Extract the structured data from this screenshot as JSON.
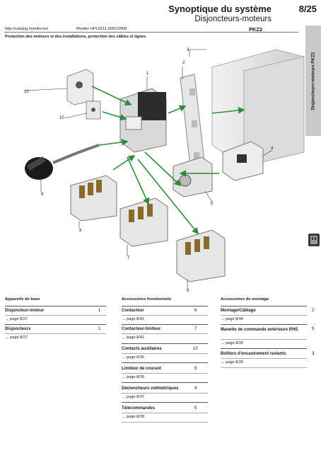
{
  "header": {
    "title": "Synoptique du système",
    "subtitle": "Disjoncteurs-moteurs",
    "page_number": "8/25",
    "url": "http://catalog.moeller.net",
    "catalog": "Moeller HPL0211-2007/2008",
    "section": "Protection des moteurs et des installations, protection des câbles et lignes",
    "tag": "PKZ2"
  },
  "side_tab": {
    "label": "Disjoncteurs-moteurs PKZ2"
  },
  "callouts": [
    "1",
    "2",
    "3",
    "4",
    "5",
    "6",
    "7",
    "8",
    "9",
    "10",
    "10"
  ],
  "columns": {
    "base": {
      "heading": "Appareils de base",
      "items": [
        {
          "name": "Disjoncteur-moteur",
          "num": "1",
          "ref": "page 8/27"
        },
        {
          "name": "Disjoncteurs",
          "num": "1",
          "ref": "page 8/27"
        }
      ]
    },
    "functional": {
      "heading": "Accessoires fonctionnels",
      "items": [
        {
          "name": "Contacteur",
          "num": "6",
          "ref": "page 8/41"
        },
        {
          "name": "Contacteur-limiteur",
          "num": "7",
          "ref": "page 8/41"
        },
        {
          "name": "Contacts auxiliaires",
          "num": "10",
          "ref": "page 8/35"
        },
        {
          "name": "Limiteur de courant",
          "num": "8",
          "ref": "page 8/35"
        },
        {
          "name": "Déclencheurs voltmétriques",
          "num": "4",
          "ref": "page 8/37"
        },
        {
          "name": "Télécommandes",
          "num": "5",
          "ref": "page 8/39"
        }
      ]
    },
    "mounting": {
      "heading": "Accessoires de montage",
      "items": [
        {
          "name": "Montage/Câblage",
          "num": "2",
          "ref": "page 8/44"
        },
        {
          "name": "Manette de commande extérieure IP65",
          "num": "9",
          "ref": "page 8/33"
        },
        {
          "name": "Boîtiers d'encastrement isolants",
          "num": "3",
          "ref": "page 8/33"
        }
      ]
    }
  },
  "colors": {
    "arrow_green": "#2e8b3a",
    "tab_gray": "#c8c8c8"
  }
}
